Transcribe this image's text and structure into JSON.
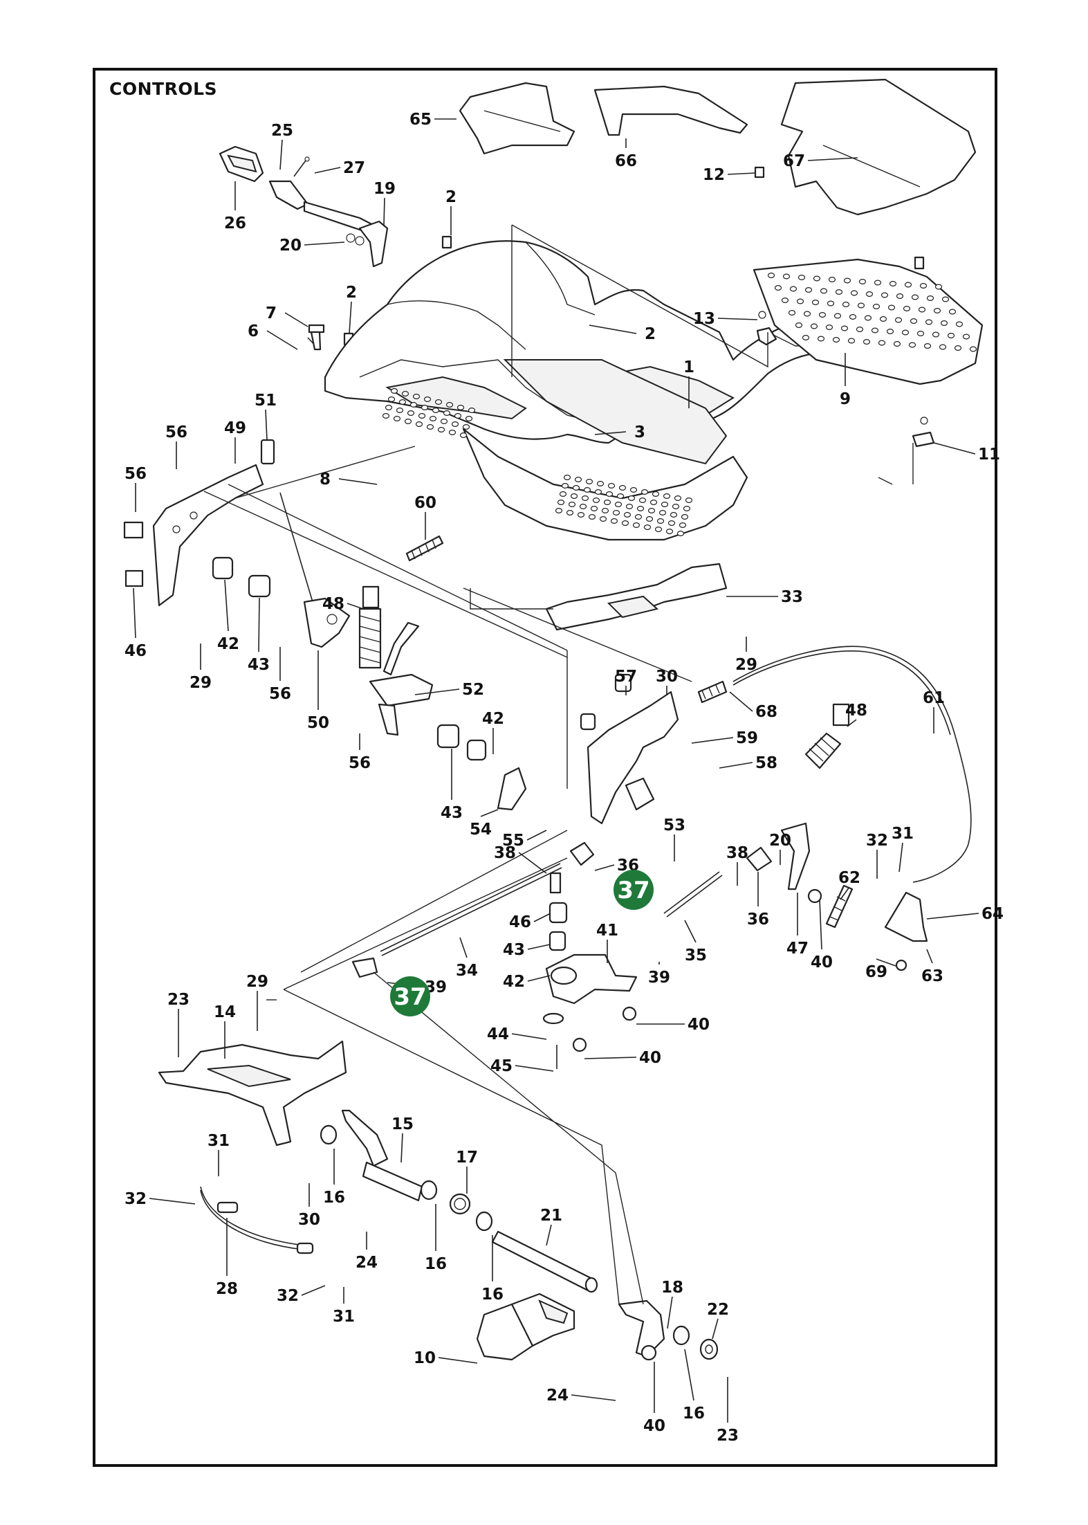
{
  "title": "CONTROLS",
  "badge_color": "#1f7a3a",
  "callouts": [
    {
      "id": "65",
      "text": "65"
    },
    {
      "id": "66",
      "text": "66"
    },
    {
      "id": "67",
      "text": "67"
    },
    {
      "id": "25",
      "text": "25"
    },
    {
      "id": "27",
      "text": "27"
    },
    {
      "id": "19",
      "text": "19"
    },
    {
      "id": "26",
      "text": "26"
    },
    {
      "id": "2a",
      "text": "2"
    },
    {
      "id": "20a",
      "text": "20"
    },
    {
      "id": "12",
      "text": "12"
    },
    {
      "id": "7",
      "text": "7"
    },
    {
      "id": "6",
      "text": "6"
    },
    {
      "id": "2b",
      "text": "2"
    },
    {
      "id": "13",
      "text": "13"
    },
    {
      "id": "2c",
      "text": "2"
    },
    {
      "id": "1",
      "text": "1"
    },
    {
      "id": "9",
      "text": "9"
    },
    {
      "id": "51",
      "text": "51"
    },
    {
      "id": "56a",
      "text": "56"
    },
    {
      "id": "49",
      "text": "49"
    },
    {
      "id": "3",
      "text": "3"
    },
    {
      "id": "56b",
      "text": "56"
    },
    {
      "id": "11",
      "text": "11"
    },
    {
      "id": "8",
      "text": "8"
    },
    {
      "id": "60",
      "text": "60"
    },
    {
      "id": "33",
      "text": "33"
    },
    {
      "id": "46a",
      "text": "46"
    },
    {
      "id": "42a",
      "text": "42"
    },
    {
      "id": "43a",
      "text": "43"
    },
    {
      "id": "48a",
      "text": "48"
    },
    {
      "id": "29a",
      "text": "29"
    },
    {
      "id": "29b",
      "text": "29"
    },
    {
      "id": "56c",
      "text": "56"
    },
    {
      "id": "57",
      "text": "57"
    },
    {
      "id": "30a",
      "text": "30"
    },
    {
      "id": "61",
      "text": "61"
    },
    {
      "id": "52",
      "text": "52"
    },
    {
      "id": "50",
      "text": "50"
    },
    {
      "id": "68",
      "text": "68"
    },
    {
      "id": "48b",
      "text": "48"
    },
    {
      "id": "42b",
      "text": "42"
    },
    {
      "id": "59",
      "text": "59"
    },
    {
      "id": "56d",
      "text": "56"
    },
    {
      "id": "58",
      "text": "58"
    },
    {
      "id": "43b",
      "text": "43"
    },
    {
      "id": "54",
      "text": "54"
    },
    {
      "id": "55",
      "text": "55"
    },
    {
      "id": "53",
      "text": "53"
    },
    {
      "id": "20b",
      "text": "20"
    },
    {
      "id": "31a",
      "text": "31"
    },
    {
      "id": "38a",
      "text": "38"
    },
    {
      "id": "36a",
      "text": "36"
    },
    {
      "id": "38b",
      "text": "38"
    },
    {
      "id": "32a",
      "text": "32"
    },
    {
      "id": "62",
      "text": "62"
    },
    {
      "id": "46b",
      "text": "46"
    },
    {
      "id": "36b",
      "text": "36"
    },
    {
      "id": "64",
      "text": "64"
    },
    {
      "id": "41",
      "text": "41"
    },
    {
      "id": "43c",
      "text": "43"
    },
    {
      "id": "35",
      "text": "35"
    },
    {
      "id": "47",
      "text": "47"
    },
    {
      "id": "40a",
      "text": "40"
    },
    {
      "id": "34",
      "text": "34"
    },
    {
      "id": "42c",
      "text": "42"
    },
    {
      "id": "39a",
      "text": "39"
    },
    {
      "id": "69",
      "text": "69"
    },
    {
      "id": "63",
      "text": "63"
    },
    {
      "id": "29c",
      "text": "29"
    },
    {
      "id": "39b",
      "text": "39"
    },
    {
      "id": "40b",
      "text": "40"
    },
    {
      "id": "23a",
      "text": "23"
    },
    {
      "id": "14",
      "text": "14"
    },
    {
      "id": "44",
      "text": "44"
    },
    {
      "id": "40c",
      "text": "40"
    },
    {
      "id": "45",
      "text": "45"
    },
    {
      "id": "15",
      "text": "15"
    },
    {
      "id": "31b",
      "text": "31"
    },
    {
      "id": "17",
      "text": "17"
    },
    {
      "id": "32b",
      "text": "32"
    },
    {
      "id": "16a",
      "text": "16"
    },
    {
      "id": "30b",
      "text": "30"
    },
    {
      "id": "21",
      "text": "21"
    },
    {
      "id": "24a",
      "text": "24"
    },
    {
      "id": "16b",
      "text": "16"
    },
    {
      "id": "28",
      "text": "28"
    },
    {
      "id": "16c",
      "text": "16"
    },
    {
      "id": "32c",
      "text": "32"
    },
    {
      "id": "31c",
      "text": "31"
    },
    {
      "id": "18",
      "text": "18"
    },
    {
      "id": "22",
      "text": "22"
    },
    {
      "id": "10",
      "text": "10"
    },
    {
      "id": "24b",
      "text": "24"
    },
    {
      "id": "40d",
      "text": "40"
    },
    {
      "id": "16d",
      "text": "16"
    },
    {
      "id": "23b",
      "text": "23"
    }
  ],
  "badges": [
    {
      "id": "37a",
      "text": "37"
    },
    {
      "id": "37b",
      "text": "37"
    }
  ]
}
